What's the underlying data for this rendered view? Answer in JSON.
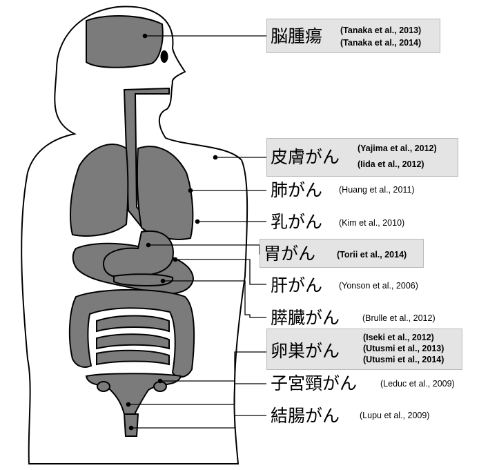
{
  "labels": [
    {
      "name": "脳腫瘍",
      "highlighted": true,
      "citations": [
        "(Tanaka et al., 2013)",
        "(Tanaka et al., 2014)"
      ]
    },
    {
      "name": "皮膚がん",
      "highlighted": true,
      "citations": [
        "(Yajima et al., 2012)",
        "(Iida et al., 2012)"
      ]
    },
    {
      "name": "肺がん",
      "highlighted": false,
      "citations": [
        "(Huang et al., 2011)"
      ]
    },
    {
      "name": "乳がん",
      "highlighted": false,
      "citations": [
        "(Kim et al., 2010)"
      ]
    },
    {
      "name": "胃がん",
      "highlighted": true,
      "citations": [
        "(Torii et al., 2014)"
      ]
    },
    {
      "name": "肝がん",
      "highlighted": false,
      "citations": [
        "(Yonson et al., 2006)"
      ]
    },
    {
      "name": "膵臓がん",
      "highlighted": false,
      "citations": [
        "(Brulle et al., 2012)"
      ]
    },
    {
      "name": "卵巣がん",
      "highlighted": true,
      "citations": [
        "(Iseki et al., 2012)",
        "(Utusmi et al., 2013)",
        "(Utusmi et al., 2014)"
      ]
    },
    {
      "name": "子宮頸がん",
      "highlighted": false,
      "citations": [
        "(Leduc et al., 2009)"
      ]
    },
    {
      "name": "結腸がん",
      "highlighted": false,
      "citations": [
        "(Lupu et al., 2009)"
      ]
    }
  ],
  "colors": {
    "organ_fill": "#7b7b7b",
    "outline": "#000000",
    "highlight_box": "#e4e4e4"
  }
}
